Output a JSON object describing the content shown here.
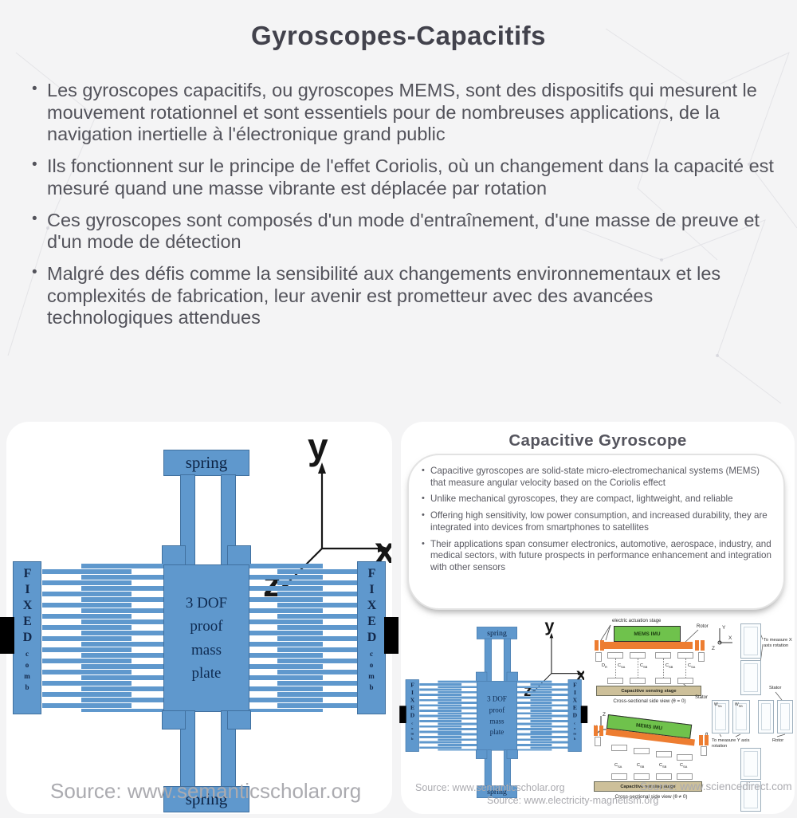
{
  "slide": {
    "title": "Gyroscopes-Capacitifs",
    "bullets": [
      "Les gyroscopes capacitifs, ou gyroscopes MEMS, sont des dispositifs qui mesurent le mouvement rotationnel et sont essentiels pour de nombreuses applications, de la navigation inertielle à l'électronique grand public",
      "Ils fonctionnent sur le principe de l'effet Coriolis, où un changement dans la capacité est mesuré quand une masse vibrante est déplacée par rotation",
      "Ces gyroscopes sont composés d'un mode d'entraînement, d'une masse de preuve et d'un mode de détection",
      "Malgré des défis comme la sensibilité aux changements environnementaux et les complexités de fabrication, leur avenir est prometteur avec des avancées technologiques attendues"
    ]
  },
  "mems_diagram": {
    "spring_top": "spring",
    "spring_bottom": "spring",
    "proof_mass": "3 DOF\nproof\nmass\nplate",
    "fixed_left": "FIXED",
    "comb_left": "comb",
    "fixed_right": "FIXED",
    "comb_right": "comb",
    "axis_x": "x",
    "axis_y": "y",
    "axis_z": "z",
    "source": "Source: www.semanticscholar.org"
  },
  "right_panel": {
    "title": "Capacitive Gyroscope",
    "bullets": [
      "Capacitive gyroscopes are solid-state micro-electromechanical systems (MEMS) that measure angular velocity based on the Coriolis effect",
      "Unlike mechanical gyroscopes, they are compact, lightweight, and reliable",
      "Offering high sensitivity, low power consumption, and increased durability, they are integrated into devices from smartphones to satellites",
      "Their applications span consumer electronics, automotive, aerospace, industry, and medical sectors, with future prospects in performance enhancement and integration with other sensors"
    ],
    "cross_flat": {
      "actuation_label": "electric actuation stage",
      "mems_imu": "MEMS IMU",
      "rotor": "Rotor",
      "stator": "Stator",
      "sensing_stage": "Capacitive sensing stage",
      "caption": "Cross-sectional side view (θ = 0)",
      "caps": [
        {
          "p": "D",
          "s": "R"
        },
        {
          "p": "C",
          "s": "SA"
        },
        {
          "p": "C",
          "s": "SB"
        },
        {
          "p": "C",
          "s": "SB"
        },
        {
          "p": "C",
          "s": "SA"
        }
      ]
    },
    "cross_tilt": {
      "mems_imu": "MEMS IMU",
      "sensing_stage": "Capacitive sensing stage",
      "caption": "Cross-sectional side view (θ ≠ 0)",
      "theta": "θ",
      "axis_z": "Z",
      "axis_x": "X",
      "axis_y": "Y",
      "caps": [
        {
          "p": "C",
          "s": "SA"
        },
        {
          "p": "C",
          "s": "SB"
        },
        {
          "p": "C",
          "s": "SB"
        },
        {
          "p": "C",
          "s": "SA"
        }
      ]
    },
    "plan_view": {
      "axis_y": "Y",
      "axis_x": "X",
      "axis_z": "Z",
      "measure_x": "To measure X axis rotation",
      "measure_y": "To measure Y axis rotation",
      "stator": "Stator",
      "rotor": "Rotor",
      "w_caps": [
        {
          "p": "W",
          "s": "SA"
        },
        {
          "p": "W",
          "s": "SB"
        }
      ]
    },
    "sources": [
      "Source: www.semanticscholar.org",
      "Source: www.electricity-magnetism.org",
      "Source: www.sciencedirect.com"
    ]
  }
}
